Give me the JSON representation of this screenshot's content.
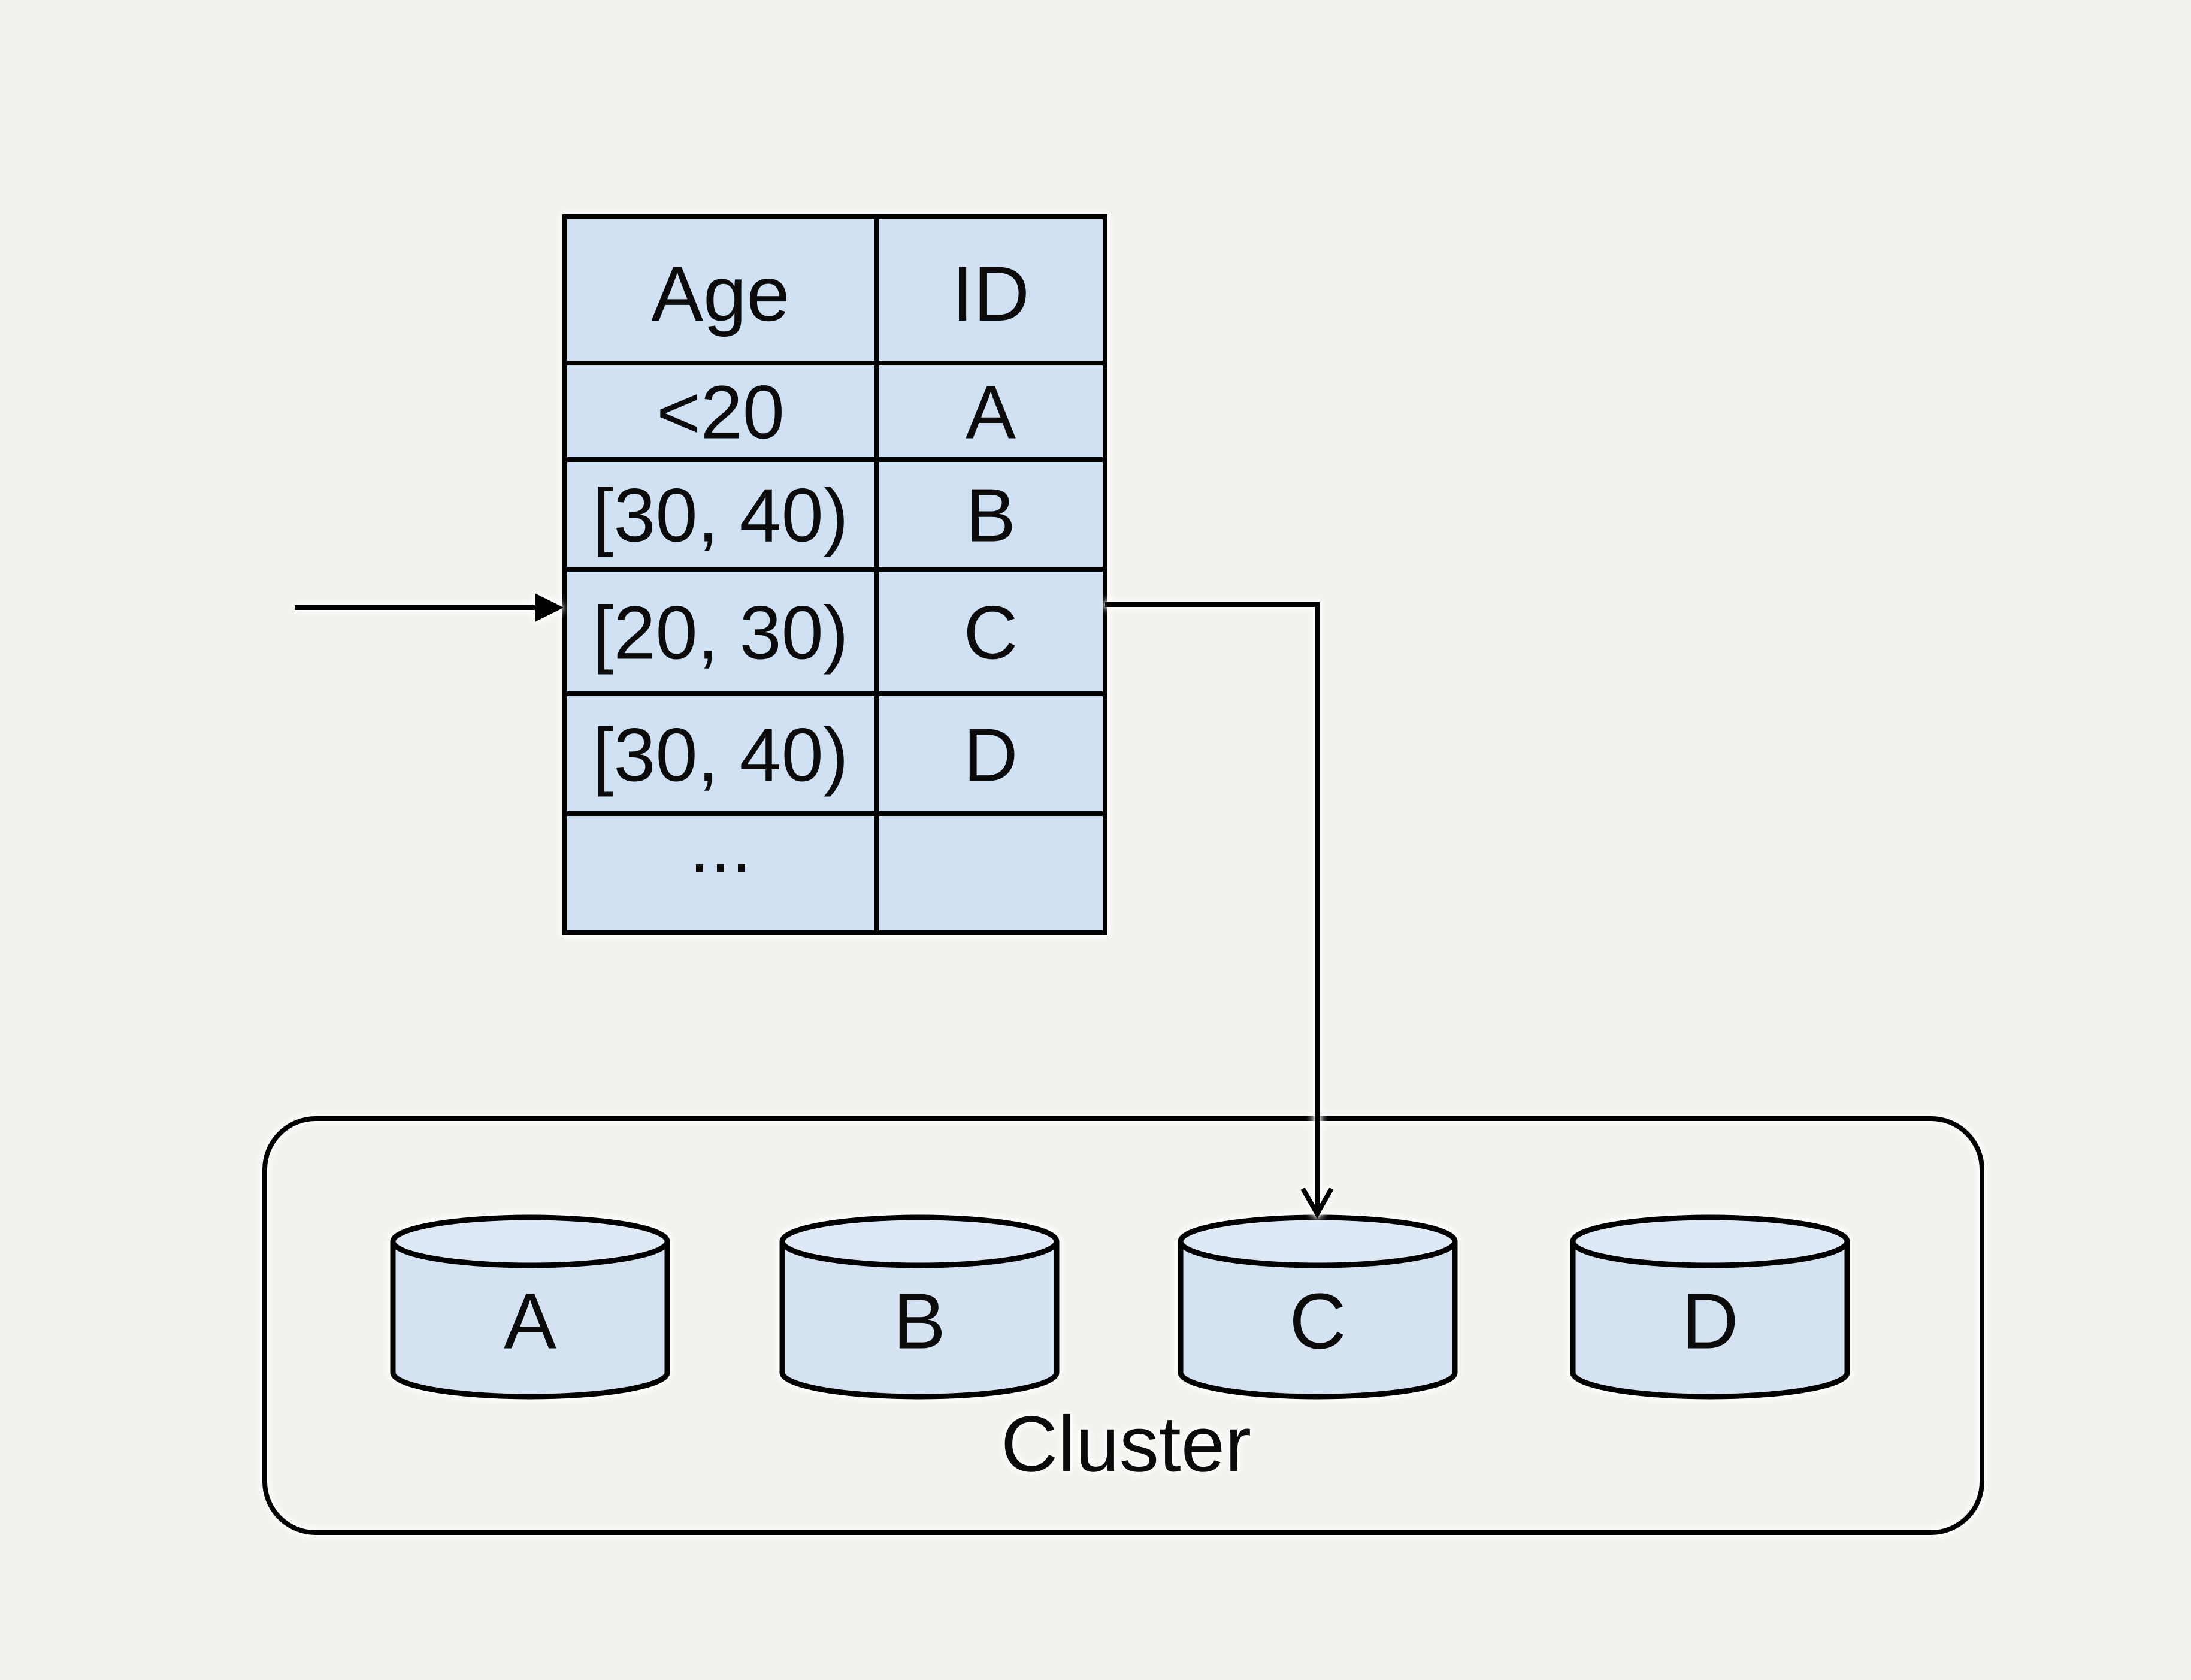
{
  "colors": {
    "background": "#f3f1ec",
    "table_fill": "#cfe1f2",
    "cylinder_fill": "#d4e2f1",
    "cylinder_top_fill": "#dfe9f6",
    "stroke": "#000000"
  },
  "table": {
    "columns": [
      "Age",
      "ID"
    ],
    "rows": [
      {
        "age": "<20",
        "id": "A"
      },
      {
        "age": "[30, 40)",
        "id": "B"
      },
      {
        "age": "[20, 30)",
        "id": "C"
      },
      {
        "age": "[30, 40)",
        "id": "D"
      },
      {
        "age": "...",
        "id": ""
      }
    ]
  },
  "cluster": {
    "label": "Cluster",
    "nodes": [
      {
        "label": "A"
      },
      {
        "label": "B"
      },
      {
        "label": "C"
      },
      {
        "label": "D"
      }
    ]
  }
}
